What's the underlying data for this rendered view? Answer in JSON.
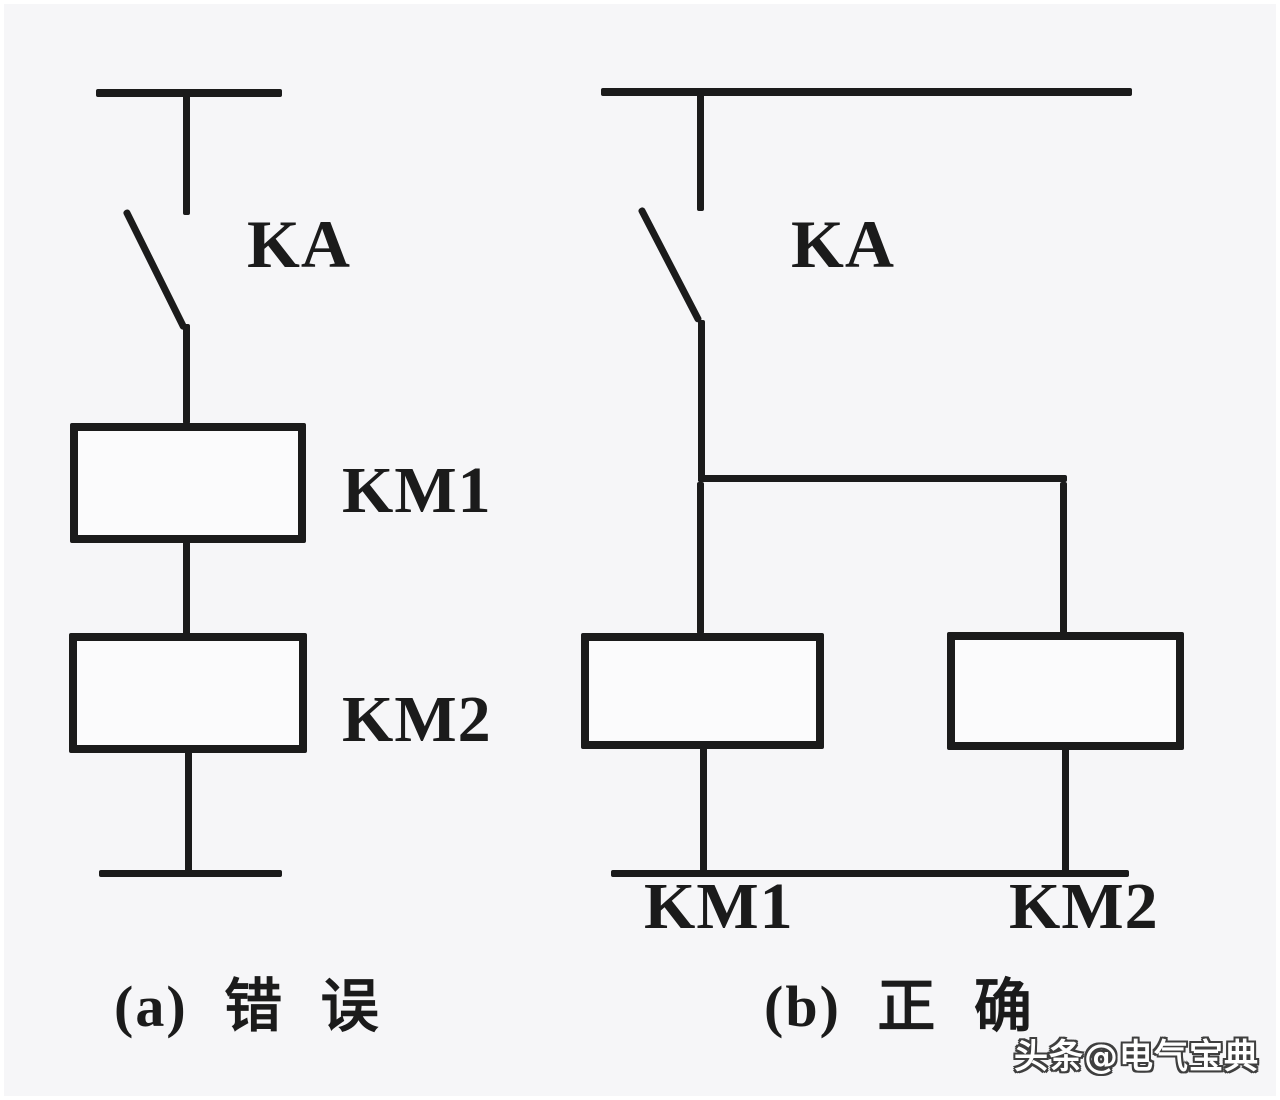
{
  "diagram_a": {
    "relay_label": "KA",
    "coil_labels": [
      "KM1",
      "KM2"
    ],
    "caption": "(a) 错 误"
  },
  "diagram_b": {
    "relay_label": "KA",
    "coil_labels": [
      "KM1",
      "KM2"
    ],
    "caption": "(b) 正 确"
  },
  "watermark": "头条@电气宝典",
  "colors": {
    "background": "#f6f6f8",
    "line": "#1b1b1b",
    "text": "#1b1b1b",
    "watermark_fill": "#ffffff",
    "watermark_outline": "#3f3f3f"
  }
}
